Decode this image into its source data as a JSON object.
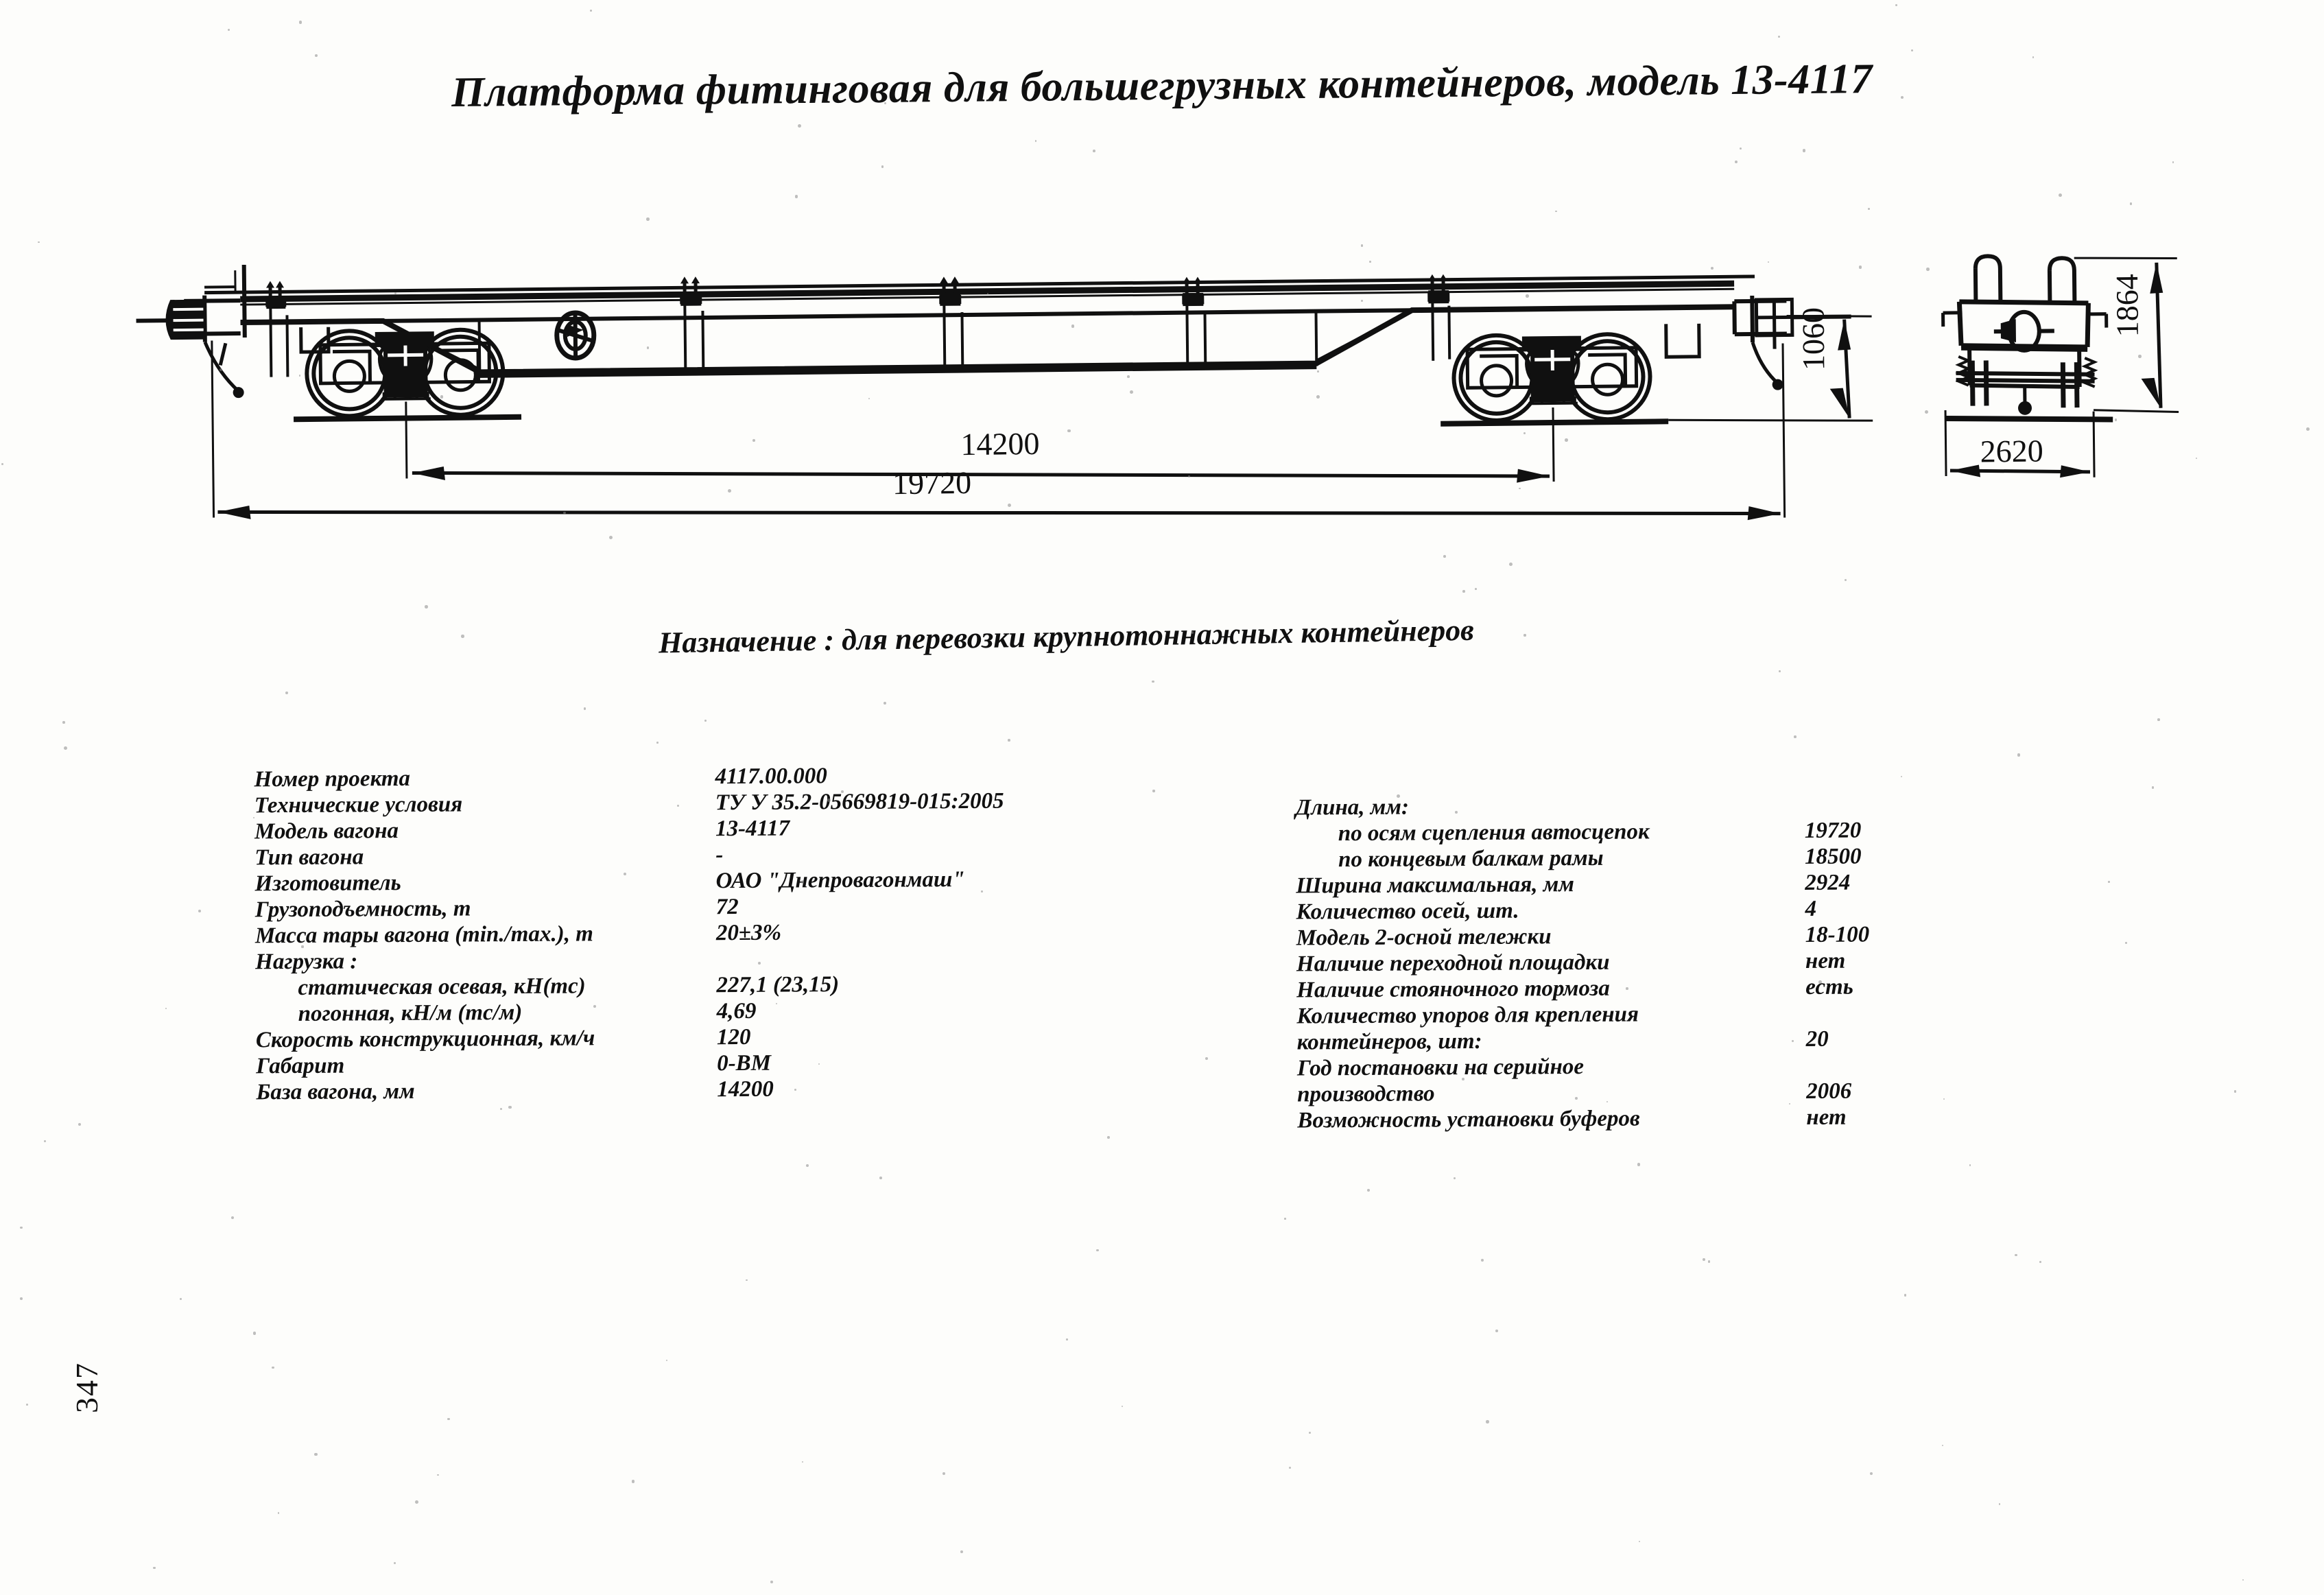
{
  "document": {
    "title": "Платформа фитинговая для большегрузных контейнеров, модель 13-4117",
    "purpose": "Назначение : для перевозки крупнотоннажных контейнеров",
    "page_number": "347"
  },
  "drawing": {
    "dimensions": {
      "wheelbase": "14200",
      "overall_length": "19720",
      "deck_height": "1060",
      "end_view_width": "2620",
      "end_view_height": "1864"
    }
  },
  "spec_left": {
    "rows": [
      {
        "label": "Номер проекта",
        "value": "4117.00.000",
        "indent": 0
      },
      {
        "label": "Технические условия",
        "value": "ТУ У 35.2-05669819-015:2005",
        "indent": 0
      },
      {
        "label": "Модель вагона",
        "value": "13-4117",
        "indent": 0
      },
      {
        "label": "Тип вагона",
        "value": "-",
        "indent": 0
      },
      {
        "label": "Изготовитель",
        "value": "ОАО \"Днепровагонмаш\"",
        "indent": 0
      },
      {
        "label": "Грузоподъемность, т",
        "value": "72",
        "indent": 0
      },
      {
        "label": "Масса тары вагона (min./max.), т",
        "value": "20±3%",
        "indent": 0
      },
      {
        "label": "Нагрузка :",
        "value": "",
        "indent": 0
      },
      {
        "label": "статическая осевая, кН(тс)",
        "value": "227,1 (23,15)",
        "indent": 1
      },
      {
        "label": "погонная, кН/м (тс/м)",
        "value": "4,69",
        "indent": 1
      },
      {
        "label": "Скорость конструкционная, км/ч",
        "value": "120",
        "indent": 0
      },
      {
        "label": "Габарит",
        "value": "0-ВМ",
        "indent": 0
      },
      {
        "label": "База вагона, мм",
        "value": "14200",
        "indent": 0
      }
    ]
  },
  "spec_right": {
    "rows": [
      {
        "label": "Длина, мм:",
        "value": "",
        "indent": 0
      },
      {
        "label": "по осям сцепления автосцепок",
        "value": "19720",
        "indent": 1
      },
      {
        "label": "по концевым балкам рамы",
        "value": "18500",
        "indent": 1
      },
      {
        "label": "Ширина максимальная, мм",
        "value": "2924",
        "indent": 0
      },
      {
        "label": "Количество осей, шт.",
        "value": "4",
        "indent": 0
      },
      {
        "label": "Модель 2-осной тележки",
        "value": "18-100",
        "indent": 0
      },
      {
        "label": "Наличие переходной площадки",
        "value": "нет",
        "indent": 0
      },
      {
        "label": "Наличие стояночного тормоза",
        "value": "есть",
        "indent": 0
      },
      {
        "label": "Количество упоров для крепления",
        "value": "",
        "indent": 0
      },
      {
        "label": "контейнеров, шт:",
        "value": "20",
        "indent": 0
      },
      {
        "label": "Год постановки на серийное",
        "value": "",
        "indent": 0
      },
      {
        "label": "производство",
        "value": "2006",
        "indent": 0
      },
      {
        "label": "Возможность установки буферов",
        "value": "нет",
        "indent": 0
      }
    ]
  },
  "colors": {
    "ink": "#101010",
    "paper": "#fdfdfb"
  }
}
